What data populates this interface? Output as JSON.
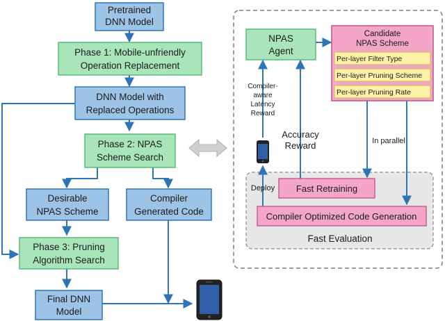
{
  "colors": {
    "blue_fill": "#9dc3e6",
    "blue_stroke": "#2e75b6",
    "green_fill": "#a9e5bb",
    "green_stroke": "#5cb87a",
    "pink_fill": "#f4a6c8",
    "pink_stroke": "#c0508a",
    "yellow_fill": "#fff2a8",
    "arrow_blue": "#2e75b6",
    "dashed_border": "#7f7f7f",
    "eval_fill": "#e7e7e7"
  },
  "left_flow": {
    "pretrained": [
      "Pretrained",
      "DNN Model"
    ],
    "phase1": [
      "Phase 1: Mobile-unfriendly",
      "Operation Replacement"
    ],
    "replaced": [
      "DNN Model with",
      "Replaced Operations"
    ],
    "phase2": [
      "Phase 2: NPAS",
      "Scheme Search"
    ],
    "desirable": [
      "Desirable",
      "NPAS Scheme"
    ],
    "compiler_code": [
      "Compiler",
      "Generated Code"
    ],
    "phase3": [
      "Phase 3: Pruning",
      "Algorithm Search"
    ],
    "final": [
      "Final DNN",
      "Model"
    ]
  },
  "right_panel": {
    "agent": [
      "NPAS",
      "Agent"
    ],
    "candidate_title": [
      "Candidate",
      "NPAS Scheme"
    ],
    "candidate_items": [
      "Per-layer Filter Type",
      "Per-layer Pruning Scheme",
      "Per-layer Pruning Rate"
    ],
    "latency_reward": [
      "Compiler-",
      "aware",
      "Latency",
      "Reward"
    ],
    "accuracy_reward": [
      "Accuracy",
      "Reward"
    ],
    "in_parallel": "In parallel",
    "deploy": "Deploy",
    "fast_retraining": "Fast Retraining",
    "code_generation": "Compiler Optimized Code Generation",
    "fast_evaluation": "Fast Evaluation"
  }
}
